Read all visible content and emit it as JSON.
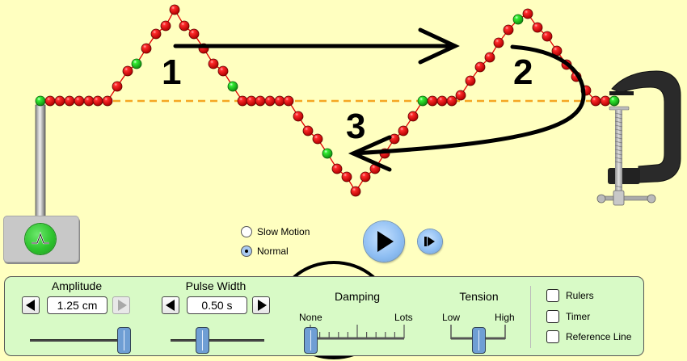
{
  "app": {
    "title": "Wave on a String"
  },
  "colors": {
    "background": "#ffffc0",
    "bead_red": "#e00000",
    "bead_green": "#20d020",
    "string_line": "#e00000",
    "reference_dash": "#f5a623",
    "panel_bg": "#d8fac6",
    "slider_thumb": "#6f9ed4",
    "annotation": "#000000"
  },
  "annotations": {
    "labels": [
      "1",
      "2",
      "3"
    ],
    "arrow_1": "right-arrow",
    "arrow_2": "curved-return-arrow",
    "highlight": "circle-around-damping"
  },
  "string": {
    "end": "fixed-end-clamp",
    "source": "pulse-generator",
    "beads_summary": "left flat segment, upward pulse, downward pulse (reflected), upward pulse near clamp",
    "reference_line": "dashed equilibrium line"
  },
  "pulse_generator": {
    "button_icon": "pulse-icon"
  },
  "speed": {
    "options": [
      {
        "label": "Slow Motion",
        "selected": false
      },
      {
        "label": "Normal",
        "selected": true
      }
    ]
  },
  "playback": {
    "play_icon": "play-icon",
    "step_icon": "step-icon"
  },
  "controls": {
    "amplitude": {
      "title": "Amplitude",
      "value": "1.25 cm",
      "slider_fraction": 1.0,
      "increase_enabled": false,
      "decrease_enabled": true
    },
    "pulse_width": {
      "title": "Pulse Width",
      "value": "0.50 s",
      "slider_fraction": 0.3,
      "increase_enabled": true,
      "decrease_enabled": true
    },
    "damping": {
      "title": "Damping",
      "min_label": "None",
      "max_label": "Lots",
      "slider_fraction": 0.0
    },
    "tension": {
      "title": "Tension",
      "min_label": "Low",
      "max_label": "High",
      "slider_fraction": 0.5
    },
    "checkboxes": [
      {
        "label": "Rulers",
        "checked": false
      },
      {
        "label": "Timer",
        "checked": false
      },
      {
        "label": "Reference Line",
        "checked": false
      }
    ]
  }
}
